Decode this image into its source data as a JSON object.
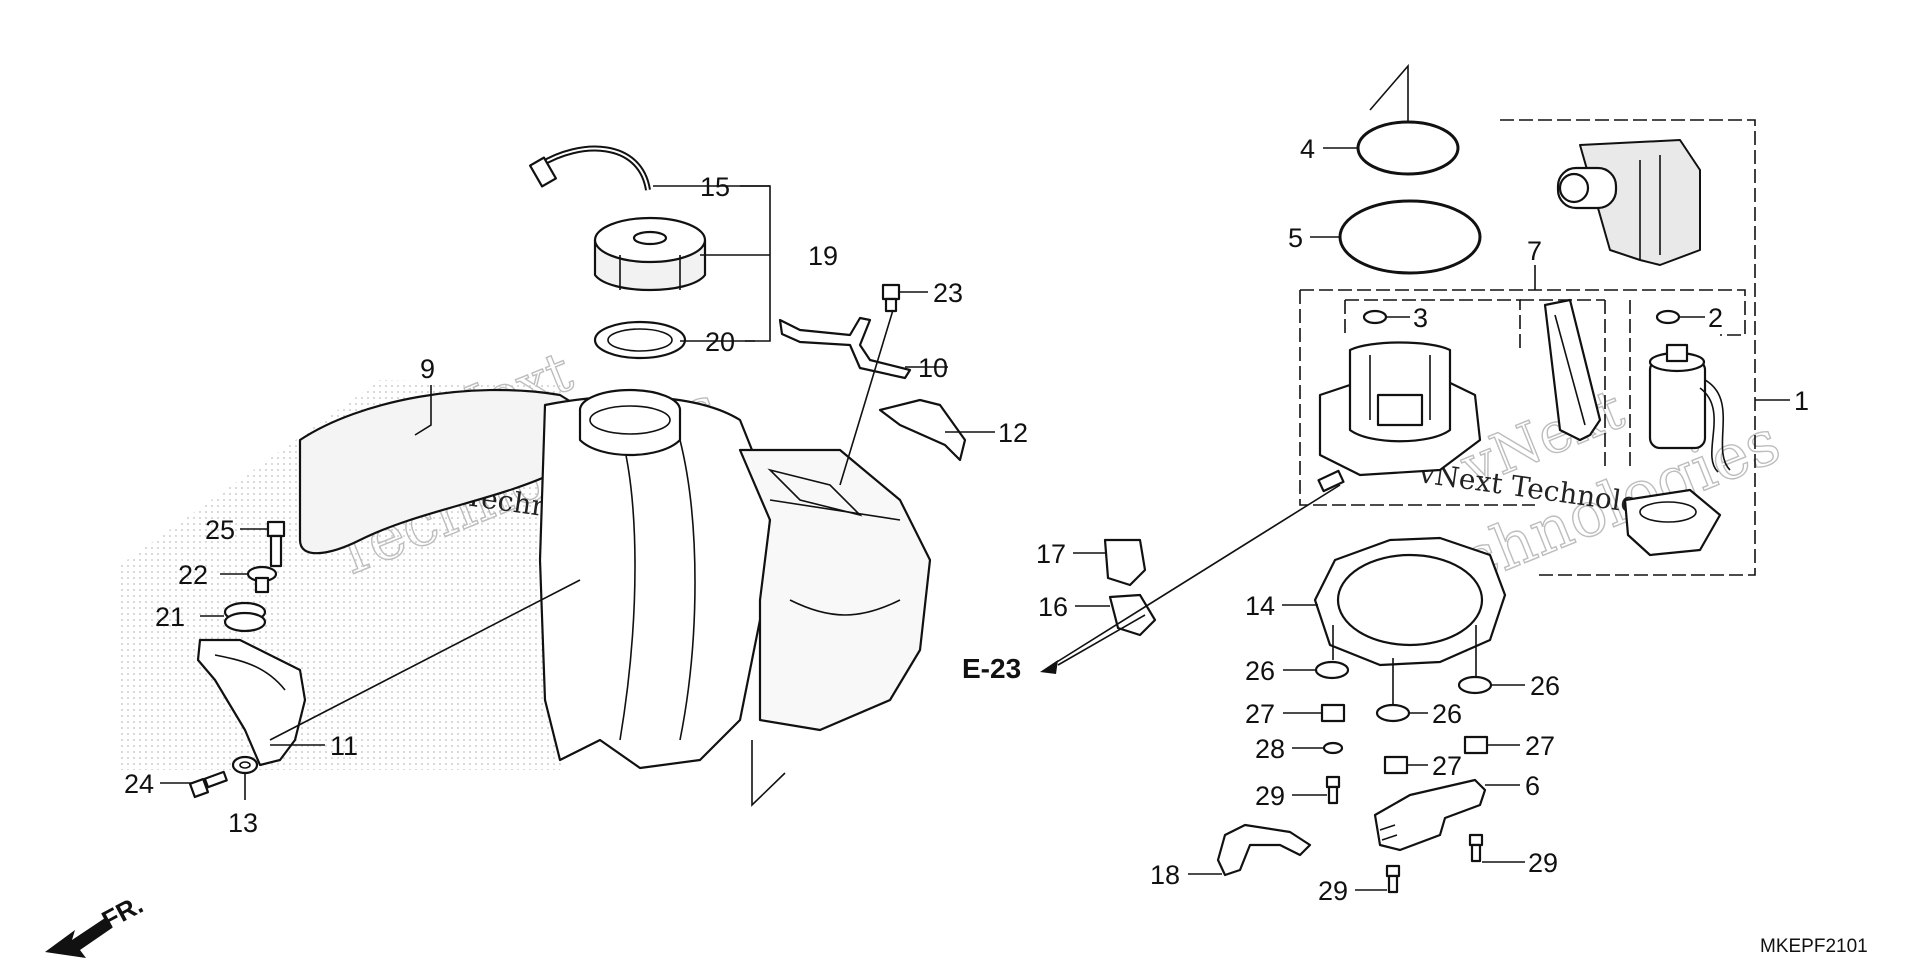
{
  "callouts": {
    "c1": "1",
    "c2": "2",
    "c3": "3",
    "c4": "4",
    "c5": "5",
    "c6": "6",
    "c7": "7",
    "c9": "9",
    "c10": "10",
    "c11": "11",
    "c12": "12",
    "c13": "13",
    "c14": "14",
    "c15": "15",
    "c16": "16",
    "c17": "17",
    "c18": "18",
    "c19": "19",
    "c20": "20",
    "c21": "21",
    "c22": "22",
    "c23": "23",
    "c24": "24",
    "c25": "25",
    "c26a": "26",
    "c26b": "26",
    "c26c": "26",
    "c27a": "27",
    "c27b": "27",
    "c27c": "27",
    "c28": "28",
    "c29a": "29",
    "c29b": "29",
    "c29c": "29"
  },
  "reference": {
    "label": "E-23"
  },
  "direction": {
    "label": "FR."
  },
  "diagram_code": "MKEPF2101",
  "watermark": {
    "brand": "vNext",
    "word": "Technologies",
    "line": "vNext Technologies"
  },
  "colors": {
    "ink": "#111111",
    "watermark": "#bdbdbd",
    "background": "#ffffff"
  }
}
